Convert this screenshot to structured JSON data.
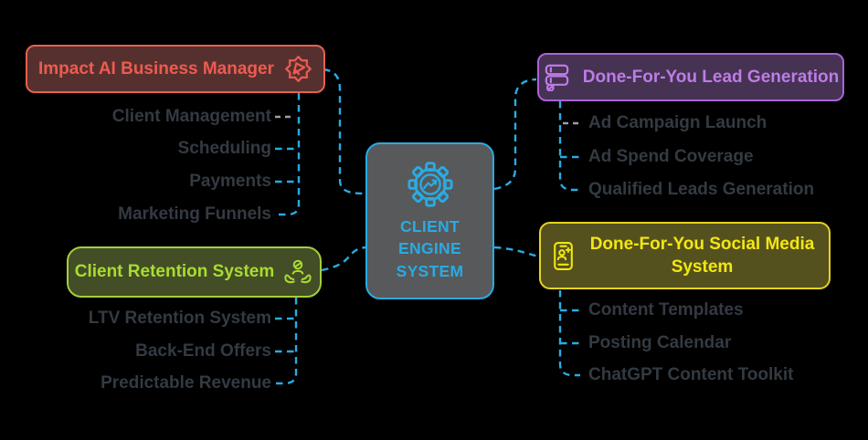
{
  "diagram": {
    "center": {
      "lines": [
        "CLIENT",
        "ENGINE",
        "SYSTEM"
      ],
      "icon": "gear-chart-icon",
      "border_color": "#29abe2",
      "fill_color": "#58595b",
      "text_color": "#29abe2"
    },
    "branches": {
      "impact": {
        "title": "Impact AI Business Manager",
        "icon": "badge-icon",
        "border_color": "#e9604f",
        "fill_color": "#56302f",
        "text_color": "#ee5b50",
        "children": [
          "Client Management",
          "Scheduling",
          "Payments",
          "Marketing Funnels"
        ]
      },
      "lead": {
        "title": "Done-For-You Lead Generation",
        "icon": "server-stack-icon",
        "border_color": "#a964d8",
        "fill_color": "#463253",
        "text_color": "#bd7ce6",
        "children": [
          "Ad Campaign Launch",
          "Ad Spend Coverage",
          "Qualified Leads Generation"
        ]
      },
      "social": {
        "title": "Done-For-You Social Media System",
        "title_lines": [
          "Done-For-You Social Media",
          "System"
        ],
        "icon": "phone-add-user-icon",
        "border_color": "#e5d322",
        "fill_color": "#55511e",
        "text_color": "#f2e713",
        "children": [
          "Content Templates",
          "Posting Calendar",
          "ChatGPT Content Toolkit"
        ]
      },
      "retention": {
        "title": "Client Retention System",
        "icon": "hands-holding-person-icon",
        "border_color": "#a3cf3b",
        "fill_color": "#434d26",
        "text_color": "#a9dc30",
        "children": [
          "LTV Retention System",
          "Back-End Offers",
          "Predictable Revenue"
        ]
      }
    },
    "connectors": {
      "main_color": "#29abe2",
      "first_stub_color": "#9aa0a3",
      "child_text_color": "#333a42"
    }
  }
}
